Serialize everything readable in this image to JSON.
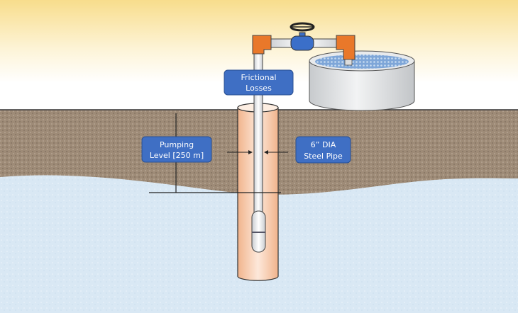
{
  "labels": {
    "frictional_line1": "Frictional",
    "frictional_line2": "Losses",
    "pumping_line1": "Pumping",
    "pumping_line2": "Level [250 m]",
    "pipe_line1": "6” DIA",
    "pipe_line2": "Steel Pipe"
  },
  "colors": {
    "label_box": "#3f6fc4",
    "casing": "#f6c7a6",
    "elbow": "#e9782a",
    "valve": "#3b6fc9",
    "soil": "#9d8a76",
    "water": "#d7e7f3"
  }
}
